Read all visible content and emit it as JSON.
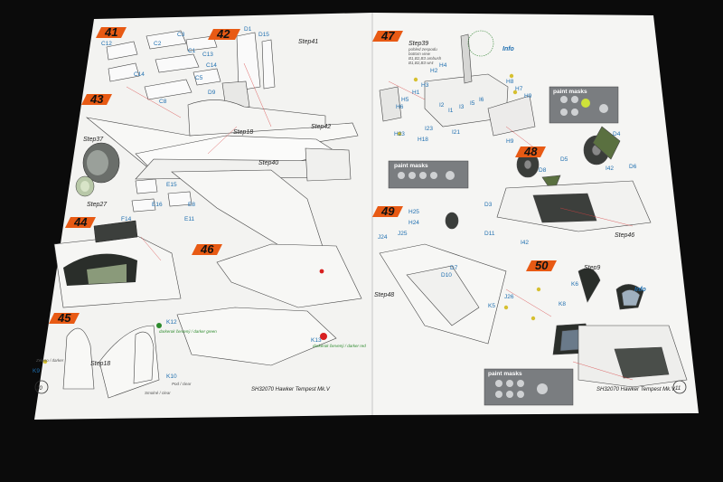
{
  "left_page": {
    "steps": [
      "41",
      "42",
      "43",
      "44",
      "45",
      "46"
    ],
    "step_refs": [
      "Step41",
      "Step42",
      "Step18",
      "Step37",
      "Step40",
      "Step27",
      "Step18"
    ],
    "parts": [
      "C12",
      "C2",
      "C3",
      "C1",
      "D1",
      "D15",
      "C13",
      "C14",
      "C5",
      "C8",
      "D9",
      "C14",
      "E15",
      "E16",
      "E8",
      "E11",
      "F14",
      "K12",
      "K9",
      "K10",
      "K13"
    ],
    "paint_notes": [
      "darkerok červený / darker green",
      "darkerok červený / darker red",
      "Zeleno / darker",
      "Pod / clear",
      "Smolné / clear"
    ],
    "footer_text": "SH32070  Hawker Tempest Mk.V",
    "page_number": "10"
  },
  "right_page": {
    "steps": [
      "47",
      "48",
      "49",
      "50"
    ],
    "step_refs": [
      "Step39",
      "Step46",
      "Step48",
      "Step9"
    ],
    "step39_note": [
      "pohled zespodu",
      "bottom view",
      "B1,B2,B3 ambush",
      "B1,B2,B3 wr4"
    ],
    "parts": [
      "H2",
      "H4",
      "H3",
      "H1",
      "H5",
      "H6",
      "H8",
      "H7",
      "H9",
      "I2",
      "I1",
      "I3",
      "I5",
      "I6",
      "H23",
      "H18",
      "I23",
      "I21",
      "D4",
      "D8",
      "D5",
      "D6",
      "D3",
      "I42",
      "D11",
      "H25",
      "H24",
      "J25",
      "J24",
      "D7",
      "D10",
      "J26",
      "K6",
      "K8",
      "K5",
      "H9",
      "I42"
    ],
    "info_labels": [
      "Info",
      "Info"
    ],
    "paint_masks_labels": [
      "paint masks",
      "paint masks",
      "paint masks"
    ],
    "footer_text": "SH32070  Hawker Tempest Mk.V",
    "page_number": "11"
  }
}
